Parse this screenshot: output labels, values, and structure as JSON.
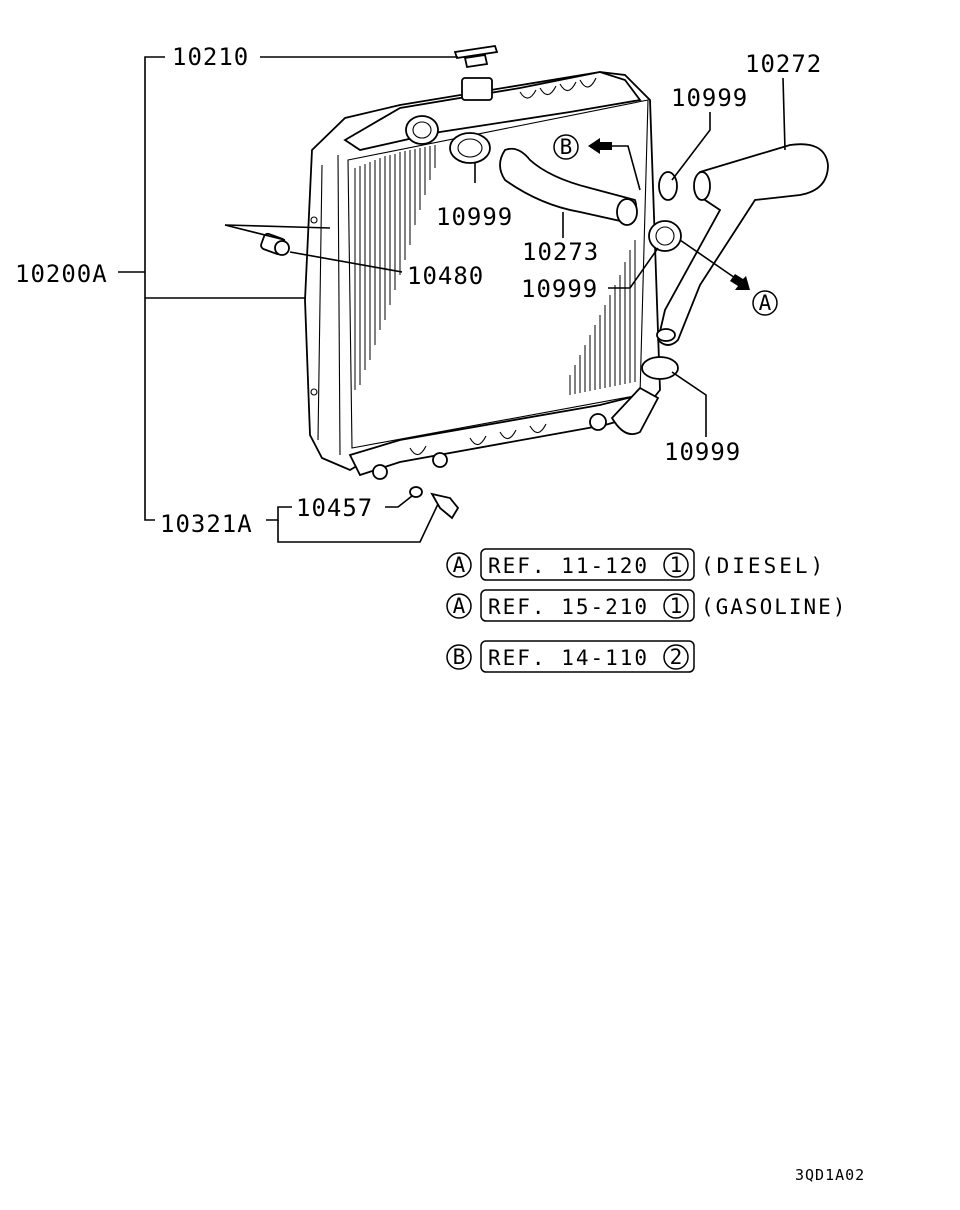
{
  "diagram": {
    "parts": {
      "cap": "10210",
      "radiator": "10200A",
      "bracket": "10480",
      "clamp_upper_left": "10999",
      "clamp_upper_right": "10999",
      "clamp_middle": "10999",
      "clamp_lower": "10999",
      "upper_hose": "10273",
      "lower_hose": "10272",
      "drain_plug_set": "10321A",
      "gasket": "10457"
    },
    "callouts": {
      "a": "A",
      "b": "B"
    },
    "references": [
      {
        "marker": "A",
        "ref": "REF. 11-120",
        "page": "1",
        "note": "(DIESEL)"
      },
      {
        "marker": "A",
        "ref": "REF. 15-210",
        "page": "1",
        "note": "(GASOLINE)"
      },
      {
        "marker": "B",
        "ref": "REF. 14-110",
        "page": "2",
        "note": ""
      }
    ],
    "figure_code": "3QD1A02"
  }
}
